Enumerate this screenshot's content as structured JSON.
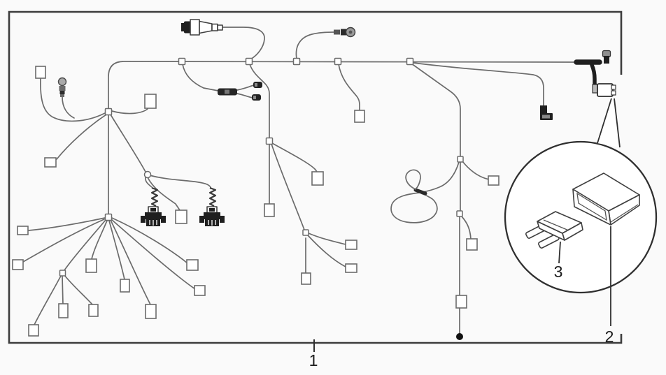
{
  "labels": {
    "callout_1": "1",
    "callout_2": "2",
    "callout_3": "3"
  },
  "colors": {
    "background": "#fafafa",
    "frame": "#3d3d3d",
    "wire": "#6b6b6b",
    "dark": "#1f1f1f",
    "label": "#1c1c1c"
  }
}
